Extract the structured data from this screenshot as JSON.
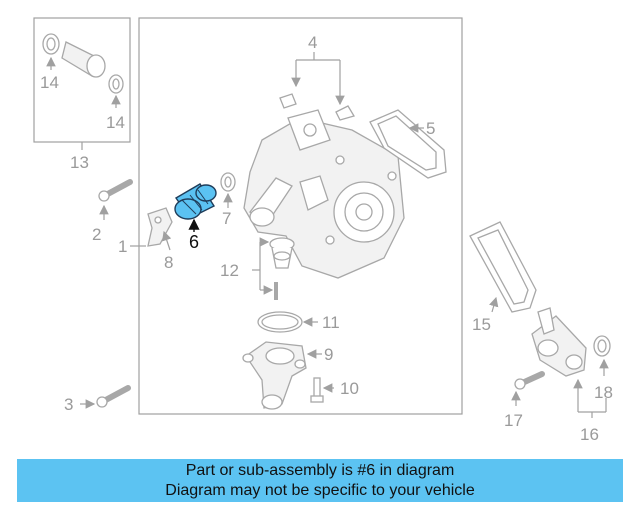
{
  "diagram": {
    "callouts": {
      "c1": "1",
      "c2": "2",
      "c3": "3",
      "c4": "4",
      "c5": "5",
      "c6": "6",
      "c7": "7",
      "c8": "8",
      "c9": "9",
      "c10": "10",
      "c11": "11",
      "c12": "12",
      "c13": "13",
      "c14a": "14",
      "c14b": "14",
      "c15": "15",
      "c16": "16",
      "c17": "17",
      "c18": "18"
    },
    "highlighted_part": "6",
    "highlight_color": "#5bc2f2"
  },
  "footer": {
    "line1": "Part or sub-assembly is #6 in diagram",
    "line2": "Diagram may not be specific to your vehicle",
    "background": "#5cc3f2"
  }
}
